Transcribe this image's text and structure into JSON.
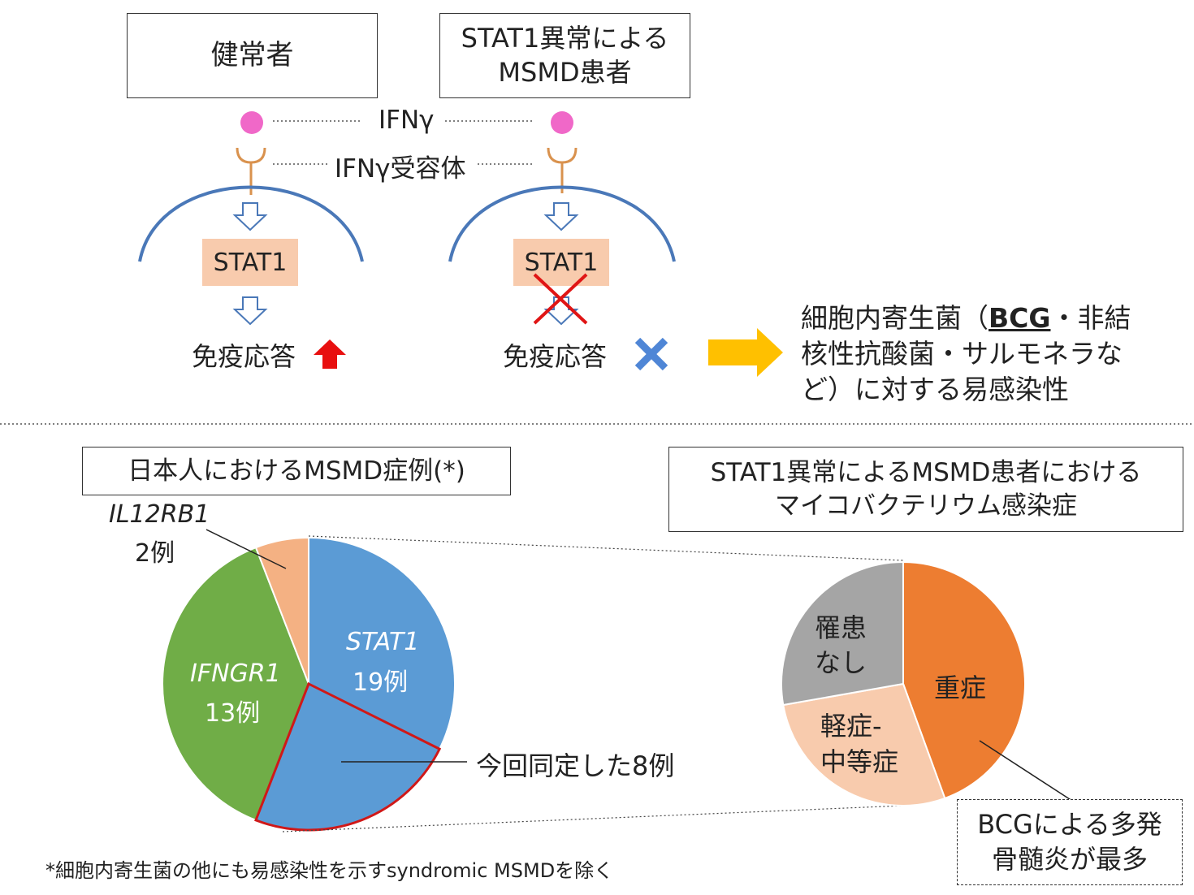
{
  "top": {
    "healthy_label": "健常者",
    "patient_label_1": "STAT1異常による",
    "patient_label_2": "MSMD患者",
    "ifng_label": "IFNγ",
    "receptor_label": "IFNγ受容体",
    "stat1_left": "STAT1",
    "stat1_right": "STAT1",
    "immune_left": "免疫応答",
    "immune_right": "免疫応答",
    "result_line1_pre": "細胞内寄生菌（",
    "result_line1_bcg": "BCG",
    "result_line1_post": "・非結",
    "result_line2": "核性抗酸菌・サルモネラな",
    "result_line3": "ど）に対する易感染性"
  },
  "bottom": {
    "left_title": "日本人におけるMSMD症例(*)",
    "right_title_1": "STAT1異常によるMSMD患者における",
    "right_title_2": "マイコバクテリウム感染症",
    "il12_gene": "IL12RB1",
    "il12_count": "2例",
    "stat1_gene": "STAT1",
    "stat1_count": "19例",
    "ifngr1_gene": "IFNGR1",
    "ifngr1_count": "13例",
    "identified_label": "今回同定した8例",
    "none_label_1": "罹患",
    "none_label_2": "なし",
    "mild_label_1": "軽症-",
    "mild_label_2": "中等症",
    "severe_label": "重症",
    "bcg_note_1": "BCGによる多発",
    "bcg_note_2": "骨髄炎が最多",
    "footnote": "*細胞内寄生菌の他にも易感染性を示すsyndromic MSMDを除く"
  },
  "chart_data": [
    {
      "type": "pie",
      "categories": [
        "STAT1",
        "IFNGR1",
        "IL12RB1"
      ],
      "values": [
        19,
        13,
        2
      ],
      "highlight": {
        "category": "STAT1",
        "value": 8
      },
      "colors": [
        "#5b9bd5",
        "#70ad47",
        "#f4b183"
      ]
    },
    {
      "type": "pie",
      "categories": [
        "重症",
        "軽症-中等症",
        "罹患なし"
      ],
      "values": [
        8,
        5,
        5
      ],
      "colors": [
        "#ed7d31",
        "#f8cbad",
        "#a5a5a5"
      ]
    }
  ]
}
